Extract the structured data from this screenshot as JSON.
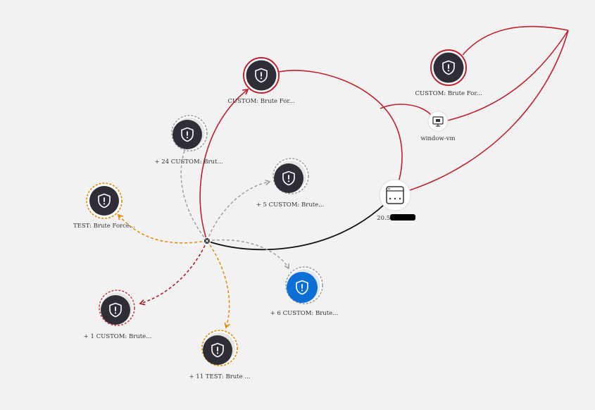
{
  "graph": {
    "colors": {
      "background": "#f2f2f2",
      "node_dark": "#2f2d36",
      "node_selected": "#0b6fd6",
      "edge_red": "#c0202d",
      "edge_orange": "#e58a00",
      "edge_gray": "#9a9a9a",
      "edge_darkred": "#a5141e",
      "edge_black": "#111111",
      "label": "#333333"
    },
    "nodes": {
      "alert_top": {
        "label": "CUSTOM: Brute For...",
        "icon": "shield-alert-icon",
        "ring": "red-solid"
      },
      "alert_topright": {
        "label": "CUSTOM: Brute For...",
        "icon": "shield-alert-icon",
        "ring": "red-solid"
      },
      "vm": {
        "label": "window-vm",
        "icon": "virtual-machine-icon"
      },
      "ip": {
        "label": "20.5.",
        "icon": "ip-address-icon",
        "redacted": true
      },
      "group_24": {
        "label": "+ 24 CUSTOM: Brut...",
        "icon": "shield-alert-icon",
        "ring": "gray-dashed"
      },
      "group_5": {
        "label": "+ 5 CUSTOM: Brute...",
        "icon": "shield-alert-icon",
        "ring": "gray-dashed"
      },
      "test_single": {
        "label": "TEST: Brute Force...",
        "icon": "shield-alert-icon",
        "ring": "orange-dashed"
      },
      "group_6": {
        "label": "+ 6 CUSTOM: Brute...",
        "icon": "shield-alert-icon",
        "ring": "gray-dashed",
        "selected": true
      },
      "group_1": {
        "label": "+ 1 CUSTOM: Brute...",
        "icon": "shield-alert-icon",
        "ring": "red-dashed"
      },
      "group_11_test": {
        "label": "+ 11 TEST: Brute ...",
        "icon": "shield-alert-icon",
        "ring": "orange-dashed"
      }
    },
    "hub": {
      "icon": "hub-junction-icon"
    }
  }
}
